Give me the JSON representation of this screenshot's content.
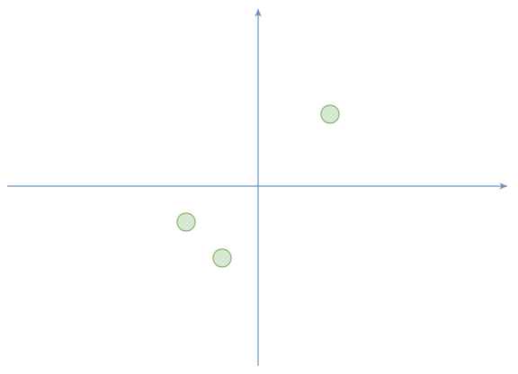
{
  "diagram": {
    "axis_color": "#6c8ebf",
    "point_fill": "#d5e8d4",
    "point_stroke": "#82b366",
    "points": [
      {
        "x": 2,
        "y": 2
      },
      {
        "x": -2,
        "y": -1
      },
      {
        "x": -1,
        "y": -2
      }
    ]
  }
}
